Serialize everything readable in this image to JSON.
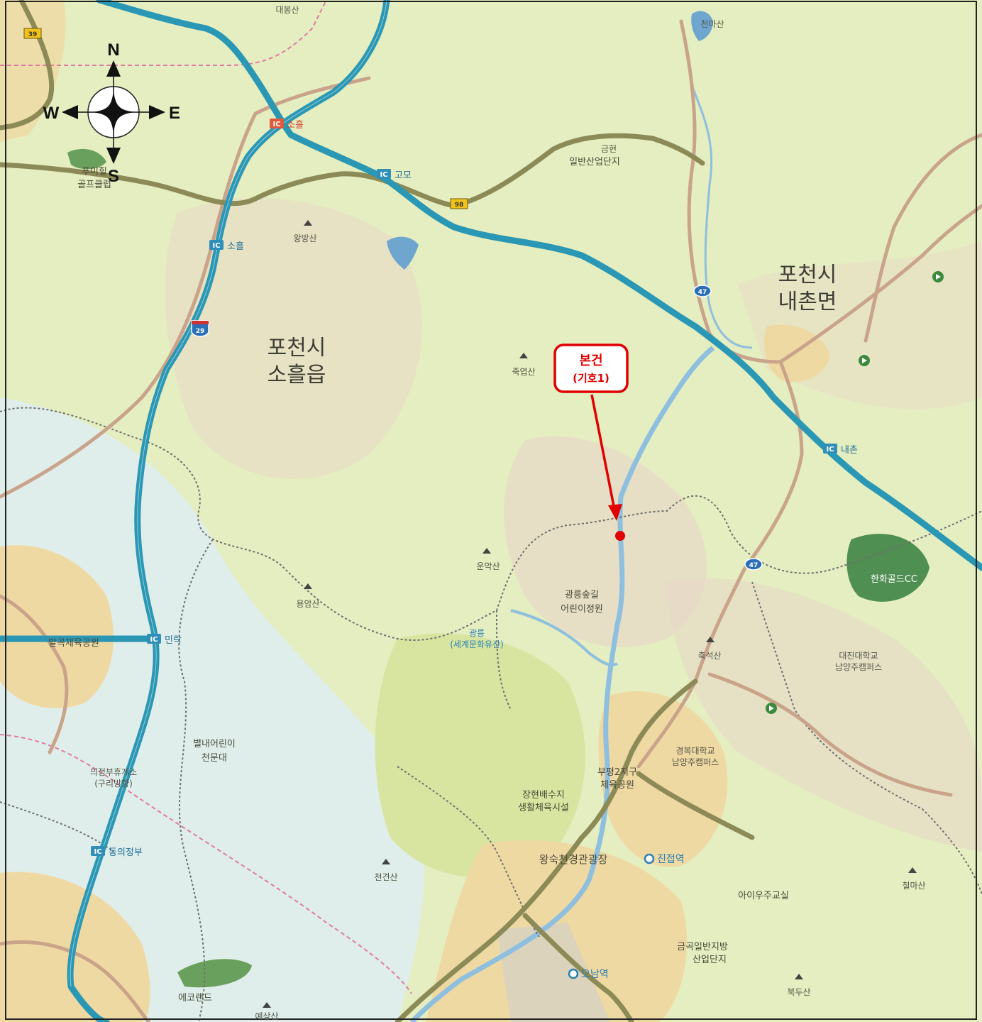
{
  "compass": {
    "north": "N",
    "south": "S",
    "east": "E",
    "west": "W"
  },
  "callout": {
    "title": "본건",
    "subtitle": "(기호1)",
    "color": "#e00000"
  },
  "regions": [
    {
      "line1": "포천시",
      "line2": "소흘읍"
    },
    {
      "line1": "포천시",
      "line2": "내촌면"
    }
  ],
  "interchanges": [
    {
      "badge": "IC",
      "name": "소흘"
    },
    {
      "badge": "IC",
      "name": "고모"
    },
    {
      "badge": "IC",
      "name": "소흘"
    },
    {
      "badge": "IC",
      "name": "내촌"
    },
    {
      "badge": "IC",
      "name": "민락"
    },
    {
      "badge": "IC",
      "name": "동의정부"
    }
  ],
  "stations": [
    {
      "name": "진접역"
    },
    {
      "name": "오남역"
    }
  ],
  "places": {
    "golf1": [
      "푸미힐",
      "골프클럽"
    ],
    "industrial": [
      "금현",
      "일반산업단지"
    ],
    "forest": [
      "광릉숲길",
      "어린이정원"
    ],
    "observatory": [
      "별내어린이",
      "천문대"
    ],
    "gwangneung": [
      "광릉",
      "(세계문화유산)"
    ],
    "hanwha": "한화골드CC",
    "daejin": [
      "대진대학교",
      "남양주캠퍼스"
    ],
    "kyungbok": [
      "경복대학교",
      "남양주캠퍼스"
    ],
    "sports1": [
      "부평2지구",
      "체육공원"
    ],
    "sports2": [
      "장현배수지",
      "생활체육시설"
    ],
    "scenic": "왕숙천경관광장",
    "aerospace": "아이우주교실",
    "industrial2": [
      "금곡일반지방",
      "산업단지"
    ],
    "restarea": [
      "의정부휴게소",
      "(구리방향)"
    ],
    "park1": "발곡체육공원",
    "ecoland": "에코랜드",
    "mountains": [
      "대봉산",
      "왕방산",
      "용암산",
      "죽엽산",
      "운악산",
      "천견산",
      "철마산",
      "축석산",
      "북두산",
      "천마산",
      "예상산"
    ]
  },
  "route_shields": [
    "39",
    "98",
    "29",
    "47",
    "47"
  ],
  "colors": {
    "expressway": "#2a97b4",
    "national_road": "#8c8a56",
    "local_road": "#c9a38a",
    "water": "#9cc6e0",
    "forest": "#d9e7a9",
    "urban": "#ecd9a6",
    "boundary": "#6f6f6f",
    "marker": "#e00000"
  }
}
